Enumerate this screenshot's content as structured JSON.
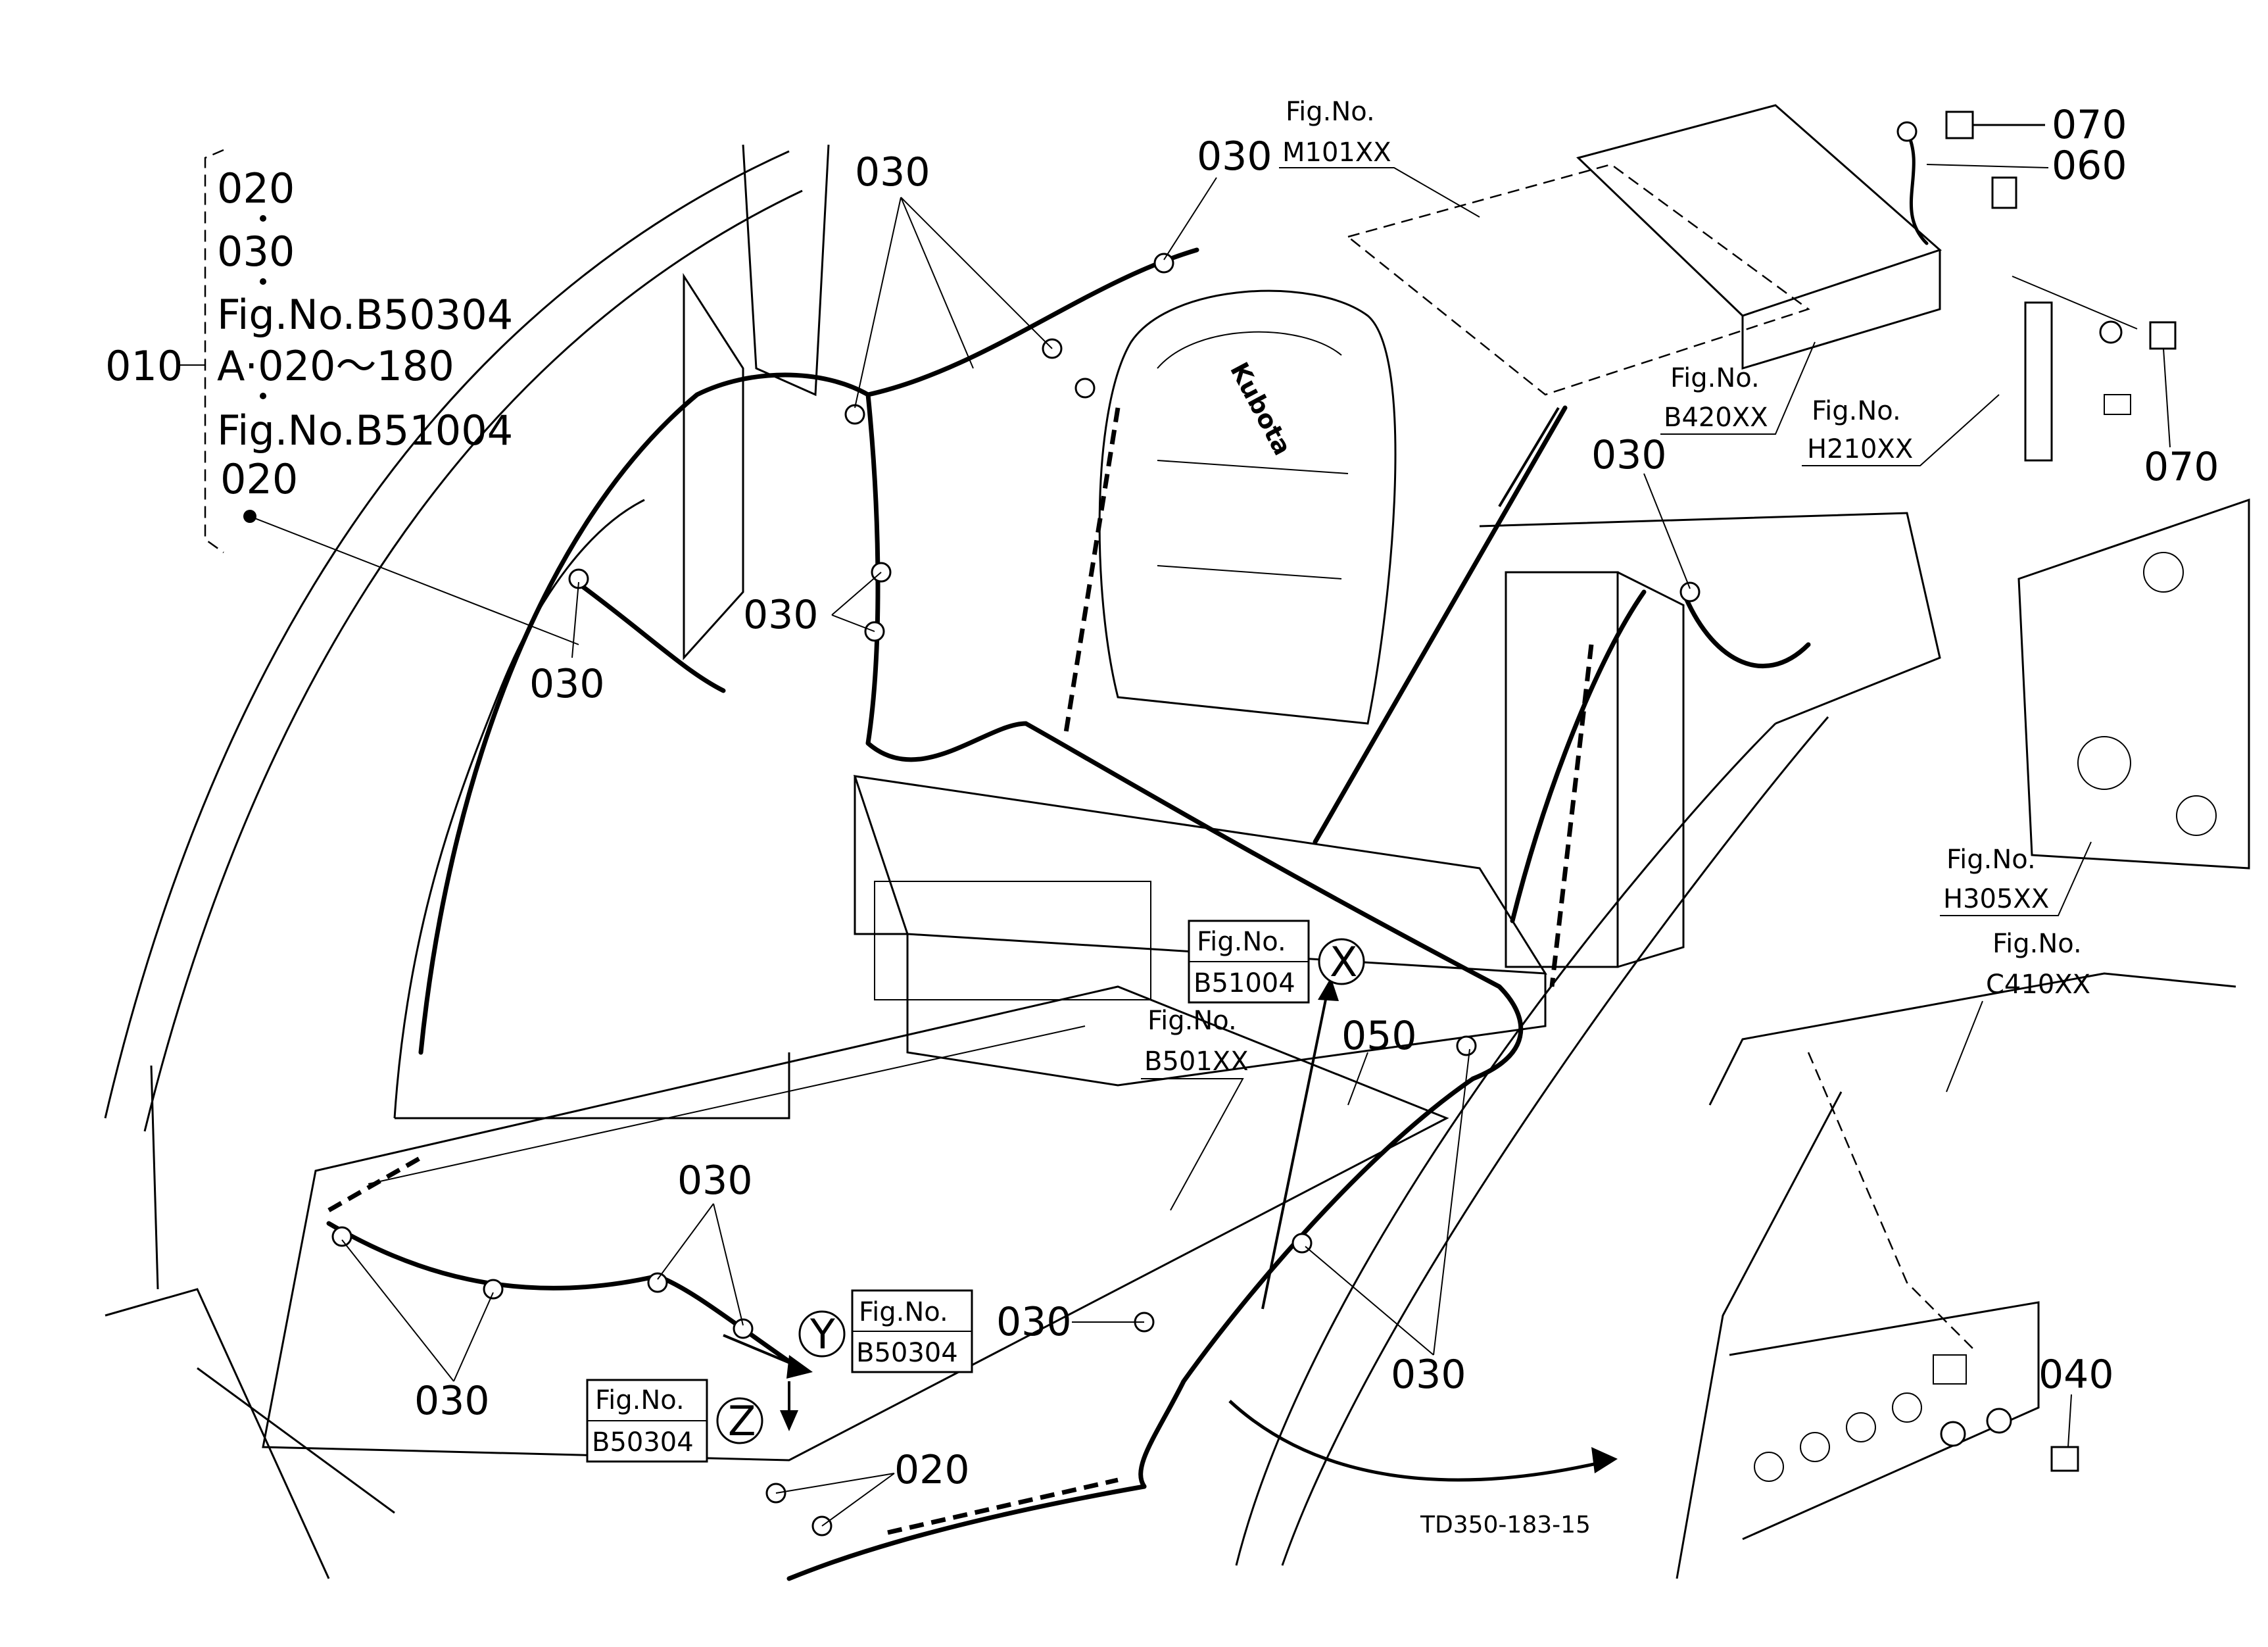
{
  "drawing_id": "TD350-183-15",
  "bracket_group": {
    "group_label": "010",
    "lines": [
      "020",
      "030",
      "Fig.No.B50304",
      "A·020～180",
      "Fig.No.B51004",
      "020"
    ]
  },
  "callouts": {
    "c030_top_left": "030",
    "c030_top_mid": "030",
    "c030_mid": "030",
    "c030_left": "030",
    "c030_bottom_left_a": "030",
    "c030_bottom_left_b": "030",
    "c030_bottom_mid": "030",
    "c030_right_a": "030",
    "c030_right_b": "030",
    "c020_bottom": "020",
    "c050": "050",
    "c070_top": "070",
    "c060": "060",
    "c070_right": "070",
    "c040": "040"
  },
  "figure_refs": {
    "m101": {
      "title": "Fig.No.",
      "code": "M101XX"
    },
    "b420": {
      "title": "Fig.No.",
      "code": "B420XX"
    },
    "h210": {
      "title": "Fig.No.",
      "code": "H210XX"
    },
    "h305": {
      "title": "Fig.No.",
      "code": "H305XX"
    },
    "c410": {
      "title": "Fig.No.",
      "code": "C410XX"
    },
    "b501": {
      "title": "Fig.No.",
      "code": "B501XX"
    },
    "x_ref": {
      "title": "Fig.No.",
      "code": "B51004",
      "marker": "X"
    },
    "y_ref": {
      "title": "Fig.No.",
      "code": "B50304",
      "marker": "Y"
    },
    "z_ref": {
      "title": "Fig.No.",
      "code": "B50304",
      "marker": "Z"
    }
  },
  "seat_brand": "Kubota"
}
